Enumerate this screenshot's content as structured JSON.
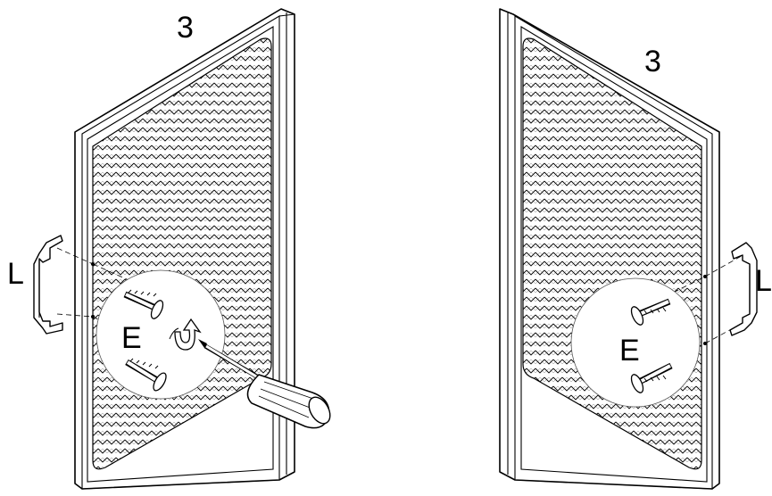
{
  "figure": {
    "left_panel": {
      "part_number": "3",
      "handle_label": "L",
      "screw_label": "E"
    },
    "right_panel": {
      "part_number": "3",
      "handle_label": "L",
      "screw_label": "E"
    }
  }
}
